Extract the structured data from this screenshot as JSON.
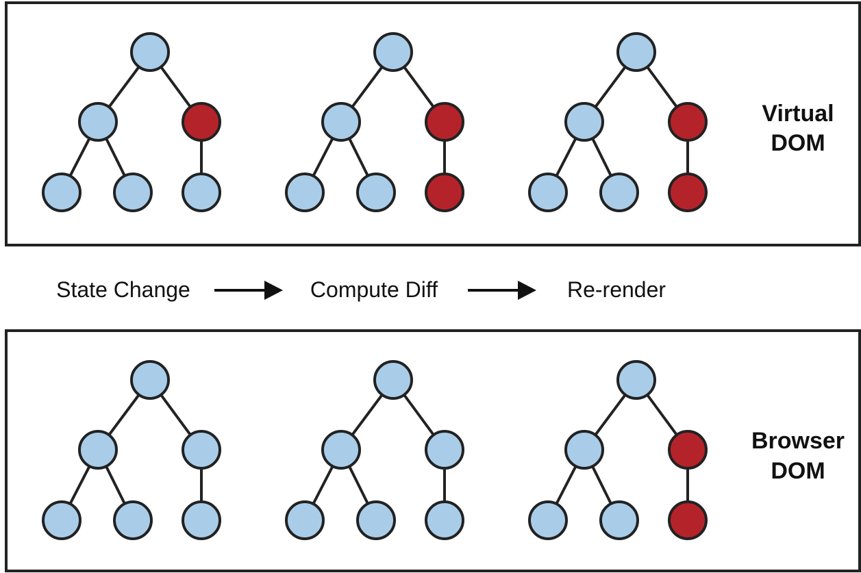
{
  "colors": {
    "unchanged": "#a9cde9",
    "changed": "#b5232a",
    "outline": "#222222"
  },
  "panels": [
    {
      "id": "virtual",
      "label_line1": "Virtual",
      "label_line2": "DOM",
      "trees": [
        {
          "root": false,
          "mid_left": false,
          "mid_right": true,
          "leaf_left": false,
          "leaf_mid": false,
          "leaf_right": false
        },
        {
          "root": false,
          "mid_left": false,
          "mid_right": true,
          "leaf_left": false,
          "leaf_mid": false,
          "leaf_right": true
        },
        {
          "root": false,
          "mid_left": false,
          "mid_right": true,
          "leaf_left": false,
          "leaf_mid": false,
          "leaf_right": true
        }
      ]
    },
    {
      "id": "browser",
      "label_line1": "Browser",
      "label_line2": "DOM",
      "trees": [
        {
          "root": false,
          "mid_left": false,
          "mid_right": false,
          "leaf_left": false,
          "leaf_mid": false,
          "leaf_right": false
        },
        {
          "root": false,
          "mid_left": false,
          "mid_right": false,
          "leaf_left": false,
          "leaf_mid": false,
          "leaf_right": false
        },
        {
          "root": false,
          "mid_left": false,
          "mid_right": true,
          "leaf_left": false,
          "leaf_mid": false,
          "leaf_right": true
        }
      ]
    }
  ],
  "steps": {
    "state_change": "State Change",
    "compute_diff": "Compute Diff",
    "re_render": "Re-render"
  }
}
